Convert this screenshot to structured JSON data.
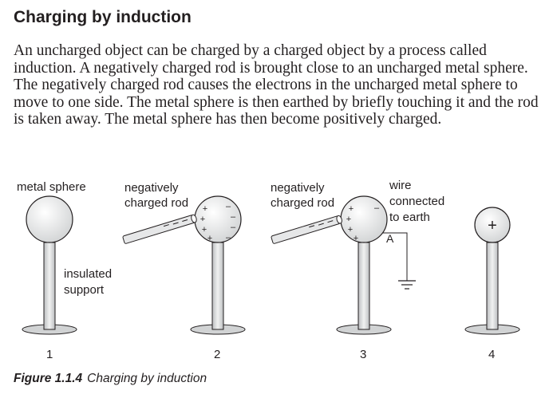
{
  "heading": "Charging by induction",
  "paragraph": "An uncharged object can be charged by a charged object by a process called induction. A negatively charged rod is brought close to an uncharged metal sphere. The negatively charged rod causes the electrons in the uncharged metal sphere to move to one side. The metal sphere is then earthed by briefly touching it and the rod is taken away. The metal sphere has then become positively charged.",
  "figure": {
    "labels": {
      "metal_sphere": "metal sphere",
      "rod_2_line1": "negatively",
      "rod_2_line2": "charged rod",
      "rod_3_line1": "negatively",
      "rod_3_line2": "charged rod",
      "wire_line1": "wire",
      "wire_line2": "connected",
      "wire_line3": "to earth",
      "insulated_line1": "insulated",
      "insulated_line2": "support",
      "point_a": "A"
    },
    "steps": [
      "1",
      "2",
      "3",
      "4"
    ],
    "caption_number": "Figure 1.1.4",
    "caption_text": "Charging by induction",
    "charge_symbols": {
      "positive": "+",
      "negative": "–"
    },
    "colors": {
      "sphere": "#e6e7e8",
      "outline": "#231f20",
      "support": "#d1d3d4"
    }
  }
}
